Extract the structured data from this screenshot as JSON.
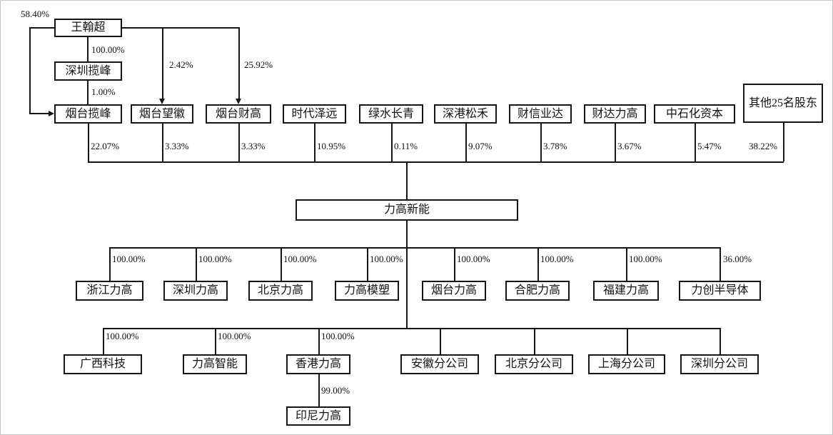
{
  "org": {
    "person": {
      "label": "王翰超"
    },
    "chain": {
      "shenzhen_lanfeng": {
        "label": "深圳揽峰",
        "pct_in": "100.00%"
      },
      "yantai_lanfeng_pct_in": "1.00%",
      "direct_to_yantai_lanfeng": "58.40%",
      "direct_to_yantai_wanghui": "2.42%",
      "direct_to_yantai_caigao": "25.92%"
    },
    "shareholders": [
      {
        "label": "烟台揽峰",
        "pct": "22.07%"
      },
      {
        "label": "烟台望徽",
        "pct": "3.33%"
      },
      {
        "label": "烟台财高",
        "pct": "3.33%"
      },
      {
        "label": "时代泽远",
        "pct": "10.95%"
      },
      {
        "label": "绿水长青",
        "pct": "0.11%"
      },
      {
        "label": "深港松禾",
        "pct": "9.07%"
      },
      {
        "label": "财信业达",
        "pct": "3.78%"
      },
      {
        "label": "财达力高",
        "pct": "3.67%"
      },
      {
        "label": "中石化资本",
        "pct": "5.47%"
      },
      {
        "label": "其他25名股东",
        "pct": "38.22%"
      }
    ],
    "company": {
      "label": "力高新能"
    },
    "level1": [
      {
        "label": "浙江力高",
        "pct": "100.00%"
      },
      {
        "label": "深圳力高",
        "pct": "100.00%"
      },
      {
        "label": "北京力高",
        "pct": "100.00%"
      },
      {
        "label": "力高模塑",
        "pct": "100.00%"
      },
      {
        "label": "烟台力高",
        "pct": "100.00%"
      },
      {
        "label": "合肥力高",
        "pct": "100.00%"
      },
      {
        "label": "福建力高",
        "pct": "100.00%"
      },
      {
        "label": "力创半导体",
        "pct": "36.00%"
      }
    ],
    "level2": [
      {
        "label": "广西科技",
        "pct": "100.00%"
      },
      {
        "label": "力高智能",
        "pct": "100.00%"
      },
      {
        "label": "香港力高",
        "pct": "100.00%"
      },
      {
        "label": "安徽分公司",
        "pct": ""
      },
      {
        "label": "北京分公司",
        "pct": ""
      },
      {
        "label": "上海分公司",
        "pct": ""
      },
      {
        "label": "深圳分公司",
        "pct": ""
      }
    ],
    "level3": {
      "label": "印尼力高",
      "pct": "99.00%"
    }
  }
}
